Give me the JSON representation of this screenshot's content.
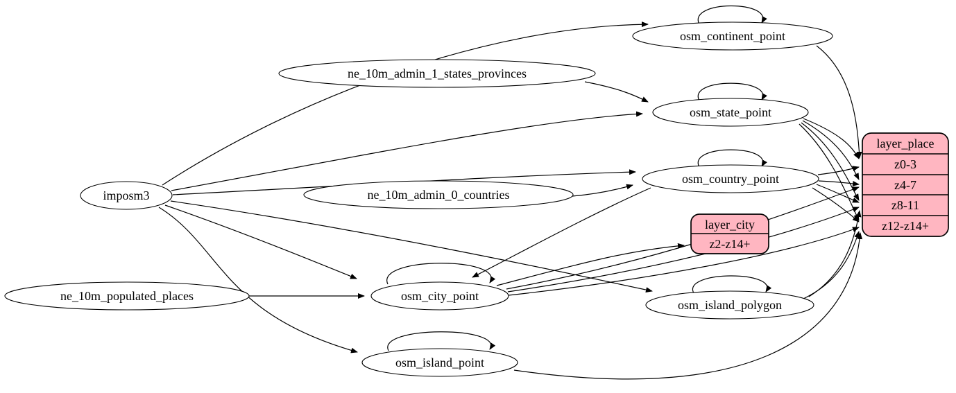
{
  "diagram": {
    "type": "etl-dependency-graph",
    "background": "#ffffff",
    "node_fill": "#ffffff",
    "node_stroke": "#000000",
    "edge_color": "#000000",
    "record_fill": "#ffb6c1",
    "nodes": {
      "imposm3": {
        "label": "imposm3",
        "shape": "ellipse"
      },
      "ne_10m_admin_1_states_provinces": {
        "label": "ne_10m_admin_1_states_provinces",
        "shape": "ellipse"
      },
      "ne_10m_admin_0_countries": {
        "label": "ne_10m_admin_0_countries",
        "shape": "ellipse"
      },
      "ne_10m_populated_places": {
        "label": "ne_10m_populated_places",
        "shape": "ellipse"
      },
      "osm_continent_point": {
        "label": "osm_continent_point",
        "shape": "ellipse"
      },
      "osm_state_point": {
        "label": "osm_state_point",
        "shape": "ellipse"
      },
      "osm_country_point": {
        "label": "osm_country_point",
        "shape": "ellipse"
      },
      "osm_city_point": {
        "label": "osm_city_point",
        "shape": "ellipse"
      },
      "osm_island_polygon": {
        "label": "osm_island_polygon",
        "shape": "ellipse"
      },
      "osm_island_point": {
        "label": "osm_island_point",
        "shape": "ellipse"
      }
    },
    "records": {
      "layer_city": {
        "title": "layer_city",
        "rows": [
          "z2-z14+"
        ]
      },
      "layer_place": {
        "title": "layer_place",
        "rows": [
          "z0-3",
          "z4-7",
          "z8-11",
          "z12-z14+"
        ]
      }
    },
    "self_loops": [
      "osm_continent_point",
      "osm_state_point",
      "osm_country_point",
      "osm_city_point",
      "osm_island_polygon",
      "osm_island_point"
    ],
    "edges": [
      {
        "from": "imposm3",
        "to": "osm_continent_point"
      },
      {
        "from": "imposm3",
        "to": "osm_state_point"
      },
      {
        "from": "imposm3",
        "to": "osm_country_point"
      },
      {
        "from": "imposm3",
        "to": "osm_city_point"
      },
      {
        "from": "imposm3",
        "to": "osm_island_polygon"
      },
      {
        "from": "imposm3",
        "to": "osm_island_point"
      },
      {
        "from": "ne_10m_admin_1_states_provinces",
        "to": "osm_state_point"
      },
      {
        "from": "ne_10m_admin_0_countries",
        "to": "osm_country_point"
      },
      {
        "from": "ne_10m_populated_places",
        "to": "osm_city_point"
      },
      {
        "from": "osm_country_point",
        "to": "osm_city_point"
      },
      {
        "from": "osm_city_point",
        "to": "layer_city:z2-z14+"
      },
      {
        "from": "osm_continent_point",
        "to": "layer_place:z0-3"
      },
      {
        "from": "osm_state_point",
        "to": "layer_place:z0-3"
      },
      {
        "from": "osm_state_point",
        "to": "layer_place:z4-7"
      },
      {
        "from": "osm_state_point",
        "to": "layer_place:z8-11"
      },
      {
        "from": "osm_state_point",
        "to": "layer_place:z12-z14+"
      },
      {
        "from": "osm_country_point",
        "to": "layer_place:z0-3"
      },
      {
        "from": "osm_country_point",
        "to": "layer_place:z4-7"
      },
      {
        "from": "osm_country_point",
        "to": "layer_place:z8-11"
      },
      {
        "from": "osm_country_point",
        "to": "layer_place:z12-z14+"
      },
      {
        "from": "osm_city_point",
        "to": "layer_place:z4-7"
      },
      {
        "from": "osm_city_point",
        "to": "layer_place:z8-11"
      },
      {
        "from": "osm_city_point",
        "to": "layer_place:z12-z14+"
      },
      {
        "from": "osm_island_polygon",
        "to": "layer_place:z8-11"
      },
      {
        "from": "osm_island_polygon",
        "to": "layer_place:z12-z14+"
      },
      {
        "from": "osm_island_point",
        "to": "layer_place:z12-z14+"
      }
    ]
  }
}
